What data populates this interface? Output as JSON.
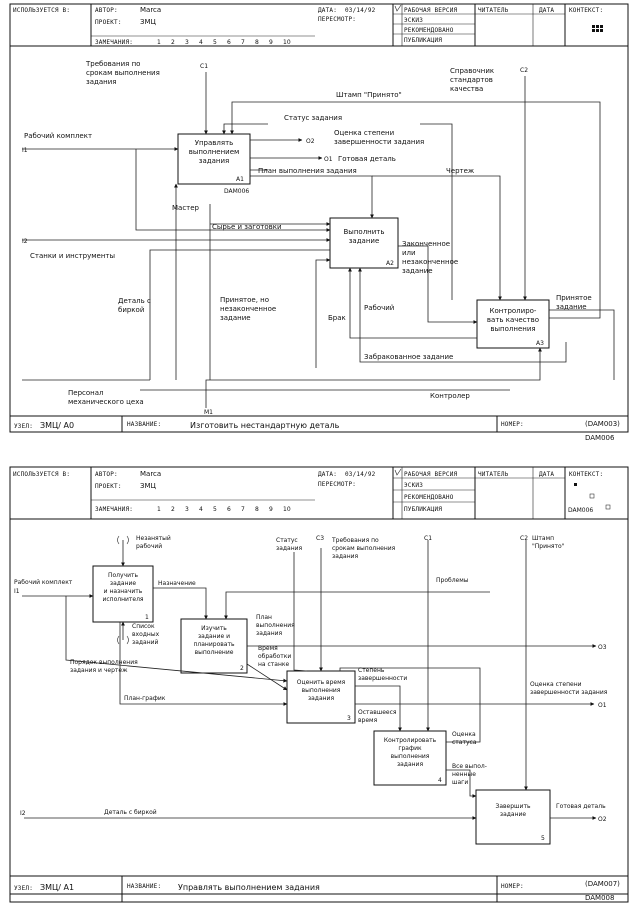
{
  "diagrams": [
    {
      "header": {
        "used_at_label": "ИСПОЛЬЗУЕТСЯ В:",
        "author_label": "АВТОР:",
        "author": "Marca",
        "project_label": "ПРОЕКТ:",
        "project": "ЗМЦ",
        "notes_label": "ЗАМЕЧАНИЯ:",
        "notes_numbers": [
          "1",
          "2",
          "3",
          "4",
          "5",
          "6",
          "7",
          "8",
          "9",
          "10"
        ],
        "date_label": "ДАТА:",
        "date": "03/14/92",
        "rev_label": "ПЕРЕСМОТР:",
        "status_working": "РАБОЧАЯ ВЕРСИЯ",
        "status_draft": "ЭСКИЗ",
        "status_recommended": "РЕКОМЕНДОВАНО",
        "status_publication": "ПУБЛИКАЦИЯ",
        "reader_label": "ЧИТАТЕЛЬ",
        "reader_date_label": "ДАТА",
        "context_label": "КОНТЕКСТ:",
        "context_code": ""
      },
      "footer": {
        "node_label": "УЗЕЛ:",
        "node": "ЗМЦ/ А0",
        "title_label": "НАЗВАНИЕ:",
        "title": "Изготовить нестандартную деталь",
        "number_label": "НОМЕР:",
        "number": "(DAM003)",
        "number2": "DAM006"
      },
      "boxes": [
        {
          "id": "A1",
          "label": [
            "Управлять",
            "выполнением",
            "задания"
          ],
          "num": "A1",
          "ref": "DAM006"
        },
        {
          "id": "A2",
          "label": [
            "Выполнить",
            "задание"
          ],
          "num": "A2"
        },
        {
          "id": "A3",
          "label": [
            "Контролиро-",
            "вать качество",
            "выполнения"
          ],
          "num": "A3"
        }
      ],
      "labels": {
        "c1_text": [
          "Требования по",
          "срокам выполнения",
          "задания"
        ],
        "c1": "C1",
        "c2_text": [
          "Справочник",
          "стандартов",
          "качества"
        ],
        "c2": "C2",
        "stamp": "Штамп \"Принято\"",
        "task_status": "Статус задания",
        "eval": [
          "Оценка степени",
          "завершенности задания"
        ],
        "o2": "O2",
        "o1": "O1",
        "finished_part": "Готовая деталь",
        "i1_text": "Рабочий комплект",
        "i1": "I1",
        "plan": "План выполнения задания",
        "drawing": "Чертеж",
        "master": "Мастер",
        "raw": "Сырье и заготовки",
        "i2": "I2",
        "tools": "Станки и инструменты",
        "done": [
          "Законченное",
          "или",
          "незаконченное",
          "задание"
        ],
        "part_tag": [
          "Деталь с",
          "биркой"
        ],
        "accepted_unfinished": [
          "Принятое, но",
          "незаконченное",
          "задание"
        ],
        "defect": "Брак",
        "worker": "Рабочий",
        "accepted": [
          "Принятое",
          "задание"
        ],
        "rejected": "Забракованное задание",
        "personnel": [
          "Персонал",
          "механического цеха"
        ],
        "controller": "Контролер",
        "m1": "M1"
      }
    },
    {
      "header": {
        "used_at_label": "ИСПОЛЬЗУЕТСЯ В:",
        "author_label": "АВТОР:",
        "author": "Marca",
        "project_label": "ПРОЕКТ:",
        "project": "ЗМЦ",
        "notes_label": "ЗАМЕЧАНИЯ:",
        "notes_numbers": [
          "1",
          "2",
          "3",
          "4",
          "5",
          "6",
          "7",
          "8",
          "9",
          "10"
        ],
        "date_label": "ДАТА:",
        "date": "03/14/92",
        "rev_label": "ПЕРЕСМОТР:",
        "status_working": "РАБОЧАЯ ВЕРСИЯ",
        "status_draft": "ЭСКИЗ",
        "status_recommended": "РЕКОМЕНДОВАНО",
        "status_publication": "ПУБЛИКАЦИЯ",
        "reader_label": "ЧИТАТЕЛЬ",
        "reader_date_label": "ДАТА",
        "context_label": "КОНТЕКСТ:",
        "context_code": "DAM006"
      },
      "footer": {
        "node_label": "УЗЕЛ:",
        "node": "ЗМЦ/ А1",
        "title_label": "НАЗВАНИЕ:",
        "title": "Управлять выполнением задания",
        "number_label": "НОМЕР:",
        "number": "(DAM007)",
        "number2": "DAM008"
      },
      "boxes": [
        {
          "id": "1",
          "label": [
            "Получить",
            "задание",
            "и назначить",
            "исполнителя"
          ],
          "num": "1"
        },
        {
          "id": "2",
          "label": [
            "Изучить",
            "задание и",
            "планировать",
            "выполнение"
          ],
          "num": "2"
        },
        {
          "id": "3",
          "label": [
            "Оценить время",
            "выполнения",
            "задания"
          ],
          "num": "3"
        },
        {
          "id": "4",
          "label": [
            "Контролировать",
            "график",
            "выполнения",
            "задания"
          ],
          "num": "4"
        },
        {
          "id": "5",
          "label": [
            "Завершить",
            "задание"
          ],
          "num": "5"
        }
      ],
      "labels": {
        "free_worker": [
          "Незанятый",
          "рабочий"
        ],
        "task_status": [
          "Статус",
          "задания"
        ],
        "c3": "C3",
        "c1_text": [
          "Требования по",
          "срокам выполнения",
          "задания"
        ],
        "c1": "C1",
        "c2": "C2",
        "stamp": [
          "Штамп",
          "\"Принято\""
        ],
        "i1_text": "Рабочий комплект",
        "i1": "I1",
        "assign": "Назначение",
        "problems": "Проблемы",
        "list_inputs": [
          "Список",
          "входных",
          "заданий"
        ],
        "plan": [
          "План",
          "выполнения",
          "задания"
        ],
        "o3": "O3",
        "order": [
          "Порядок выполнения",
          "задания и чертеж"
        ],
        "work_time": [
          "Время",
          "обработки",
          "на станке"
        ],
        "completeness": [
          "Степень",
          "завершенности"
        ],
        "eval": [
          "Оценка степени",
          "завершенности задания"
        ],
        "o1": "O1",
        "schedule": "План-график",
        "remaining": [
          "Оставшееся",
          "время"
        ],
        "status_eval": [
          "Оценка",
          "статуса"
        ],
        "all_done": [
          "Все выпол-",
          "ненные",
          "шаги"
        ],
        "i2": "I2",
        "part_tag": "Деталь с биркой",
        "finished": "Готовая деталь",
        "o2": "O2"
      }
    }
  ]
}
